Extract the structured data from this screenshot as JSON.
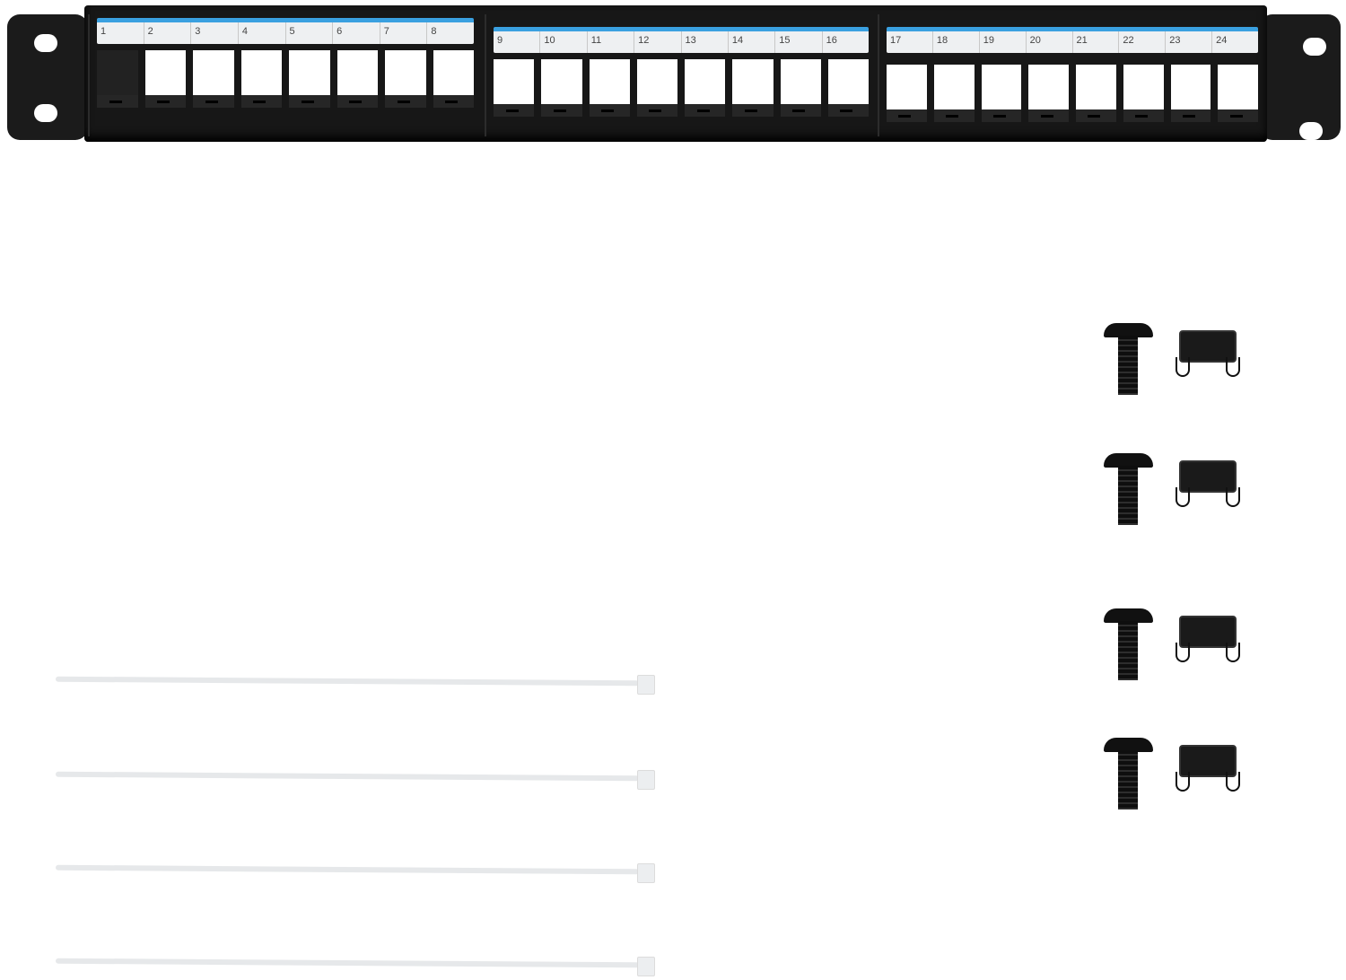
{
  "scene": {
    "description": "24-port blank keystone patch panel with mounting hardware",
    "background_color": "#ffffff"
  },
  "patch_panel": {
    "color": "#171717",
    "label_strip_accent": "#3aa0e0",
    "sections": [
      {
        "labels": [
          "1",
          "2",
          "3",
          "4",
          "5",
          "6",
          "7",
          "8"
        ]
      },
      {
        "labels": [
          "9",
          "10",
          "11",
          "12",
          "13",
          "14",
          "15",
          "16"
        ]
      },
      {
        "labels": [
          "17",
          "18",
          "19",
          "20",
          "21",
          "22",
          "23",
          "24"
        ]
      }
    ],
    "port_count": 24
  },
  "hardware": {
    "screw_count": 4,
    "cage_nut_count": 4,
    "cable_tie_count": 4
  }
}
